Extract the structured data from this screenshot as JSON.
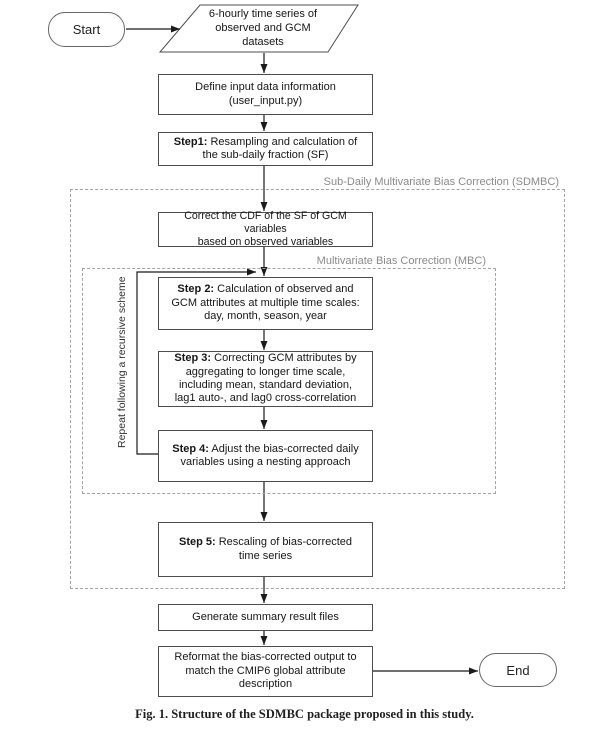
{
  "nodes": {
    "start": {
      "label": "Start"
    },
    "input": {
      "label": "6-hourly time series of\nobserved and GCM\ndatasets"
    },
    "define": {
      "label": "Define input data information\n(user_input.py)"
    },
    "step1": {
      "bold": "Step1:",
      "rest": " Resampling and calculation of\nthe sub-daily fraction (SF)"
    },
    "correct_cdf": {
      "label": "Correct the CDF of the SF of GCM variables\nbased on observed variables"
    },
    "step2": {
      "bold": "Step 2:",
      "rest": " Calculation of observed and\nGCM attributes at multiple time scales:\nday, month, season, year"
    },
    "step3": {
      "bold": "Step 3:",
      "rest": " Correcting GCM attributes by\naggregating to longer time scale,\nincluding mean, standard deviation,\nlag1 auto-, and lag0 cross-correlation"
    },
    "step4": {
      "bold": "Step 4:",
      "rest": " Adjust the bias-corrected daily\nvariables using a nesting approach"
    },
    "step5": {
      "bold": "Step 5:",
      "rest": " Rescaling of bias-corrected\ntime series"
    },
    "generate": {
      "label": "Generate summary result files"
    },
    "reformat": {
      "label": "Reformat the bias-corrected output to\nmatch the CMIP6 global attribute\ndescription"
    },
    "end": {
      "label": "End"
    }
  },
  "groups": {
    "sdmbc": {
      "label": "Sub-Daily Multivariate Bias Correction (SDMBC)"
    },
    "mbc": {
      "label": "Multivariate Bias Correction (MBC)"
    },
    "recursive_note": "Repeat following a recursive scheme"
  },
  "caption": "Fig. 1. Structure of the SDMBC package proposed in this study.",
  "colors": {
    "line": "#1a1a1a",
    "box_border": "#4d4d4d",
    "dashed_border": "#a3a3a3",
    "group_label": "#8a8a8a"
  }
}
